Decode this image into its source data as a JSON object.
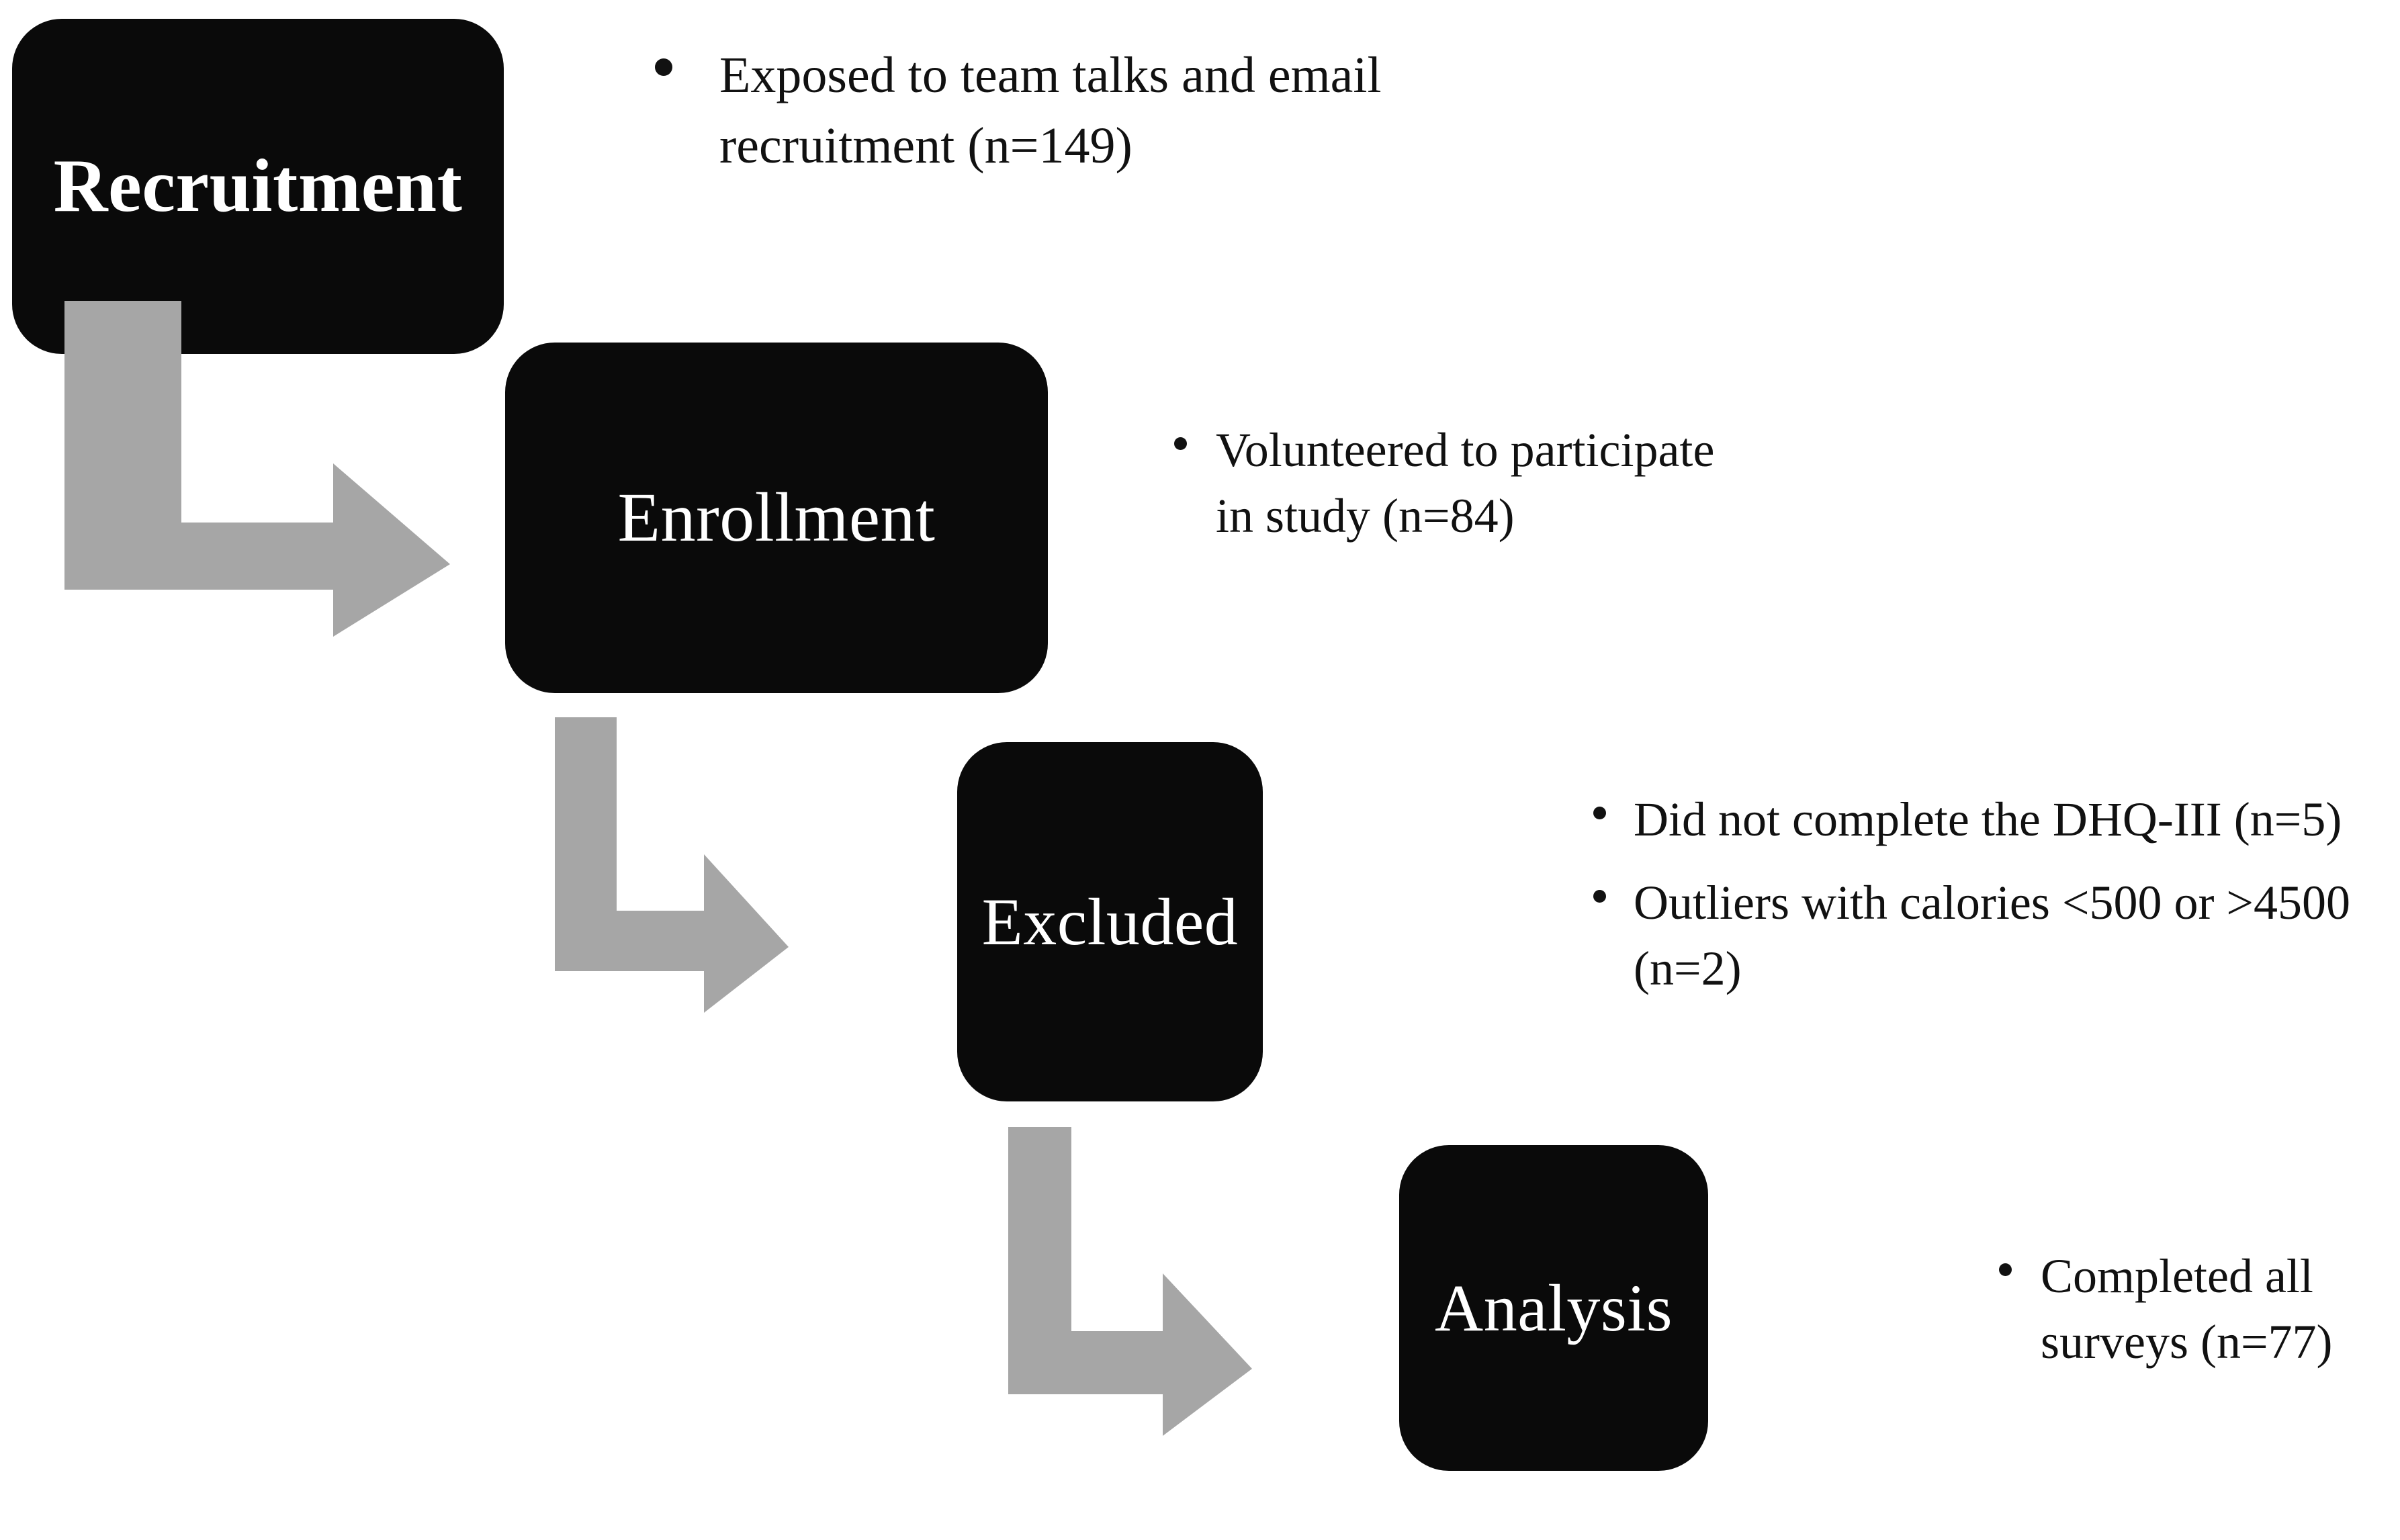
{
  "diagram": {
    "type": "participant-flow-chart",
    "colors": {
      "box_fill": "#0a0a0a",
      "box_label": "#ffffff",
      "arrow_fill": "#a6a6a6",
      "note_text": "#111111",
      "background": "#ffffff"
    },
    "stages": [
      {
        "id": "recruitment",
        "label": "Recruitment",
        "notes": [
          {
            "text": "Exposed to team talks and email recruitment (n=149)",
            "count": 149
          }
        ]
      },
      {
        "id": "enrollment",
        "label": "Enrollment",
        "notes": [
          {
            "text": "Volunteered to participate in study (n=84)",
            "count": 84
          }
        ]
      },
      {
        "id": "excluded",
        "label": "Excluded",
        "notes": [
          {
            "text": "Did not complete the DHQ-III (n=5)",
            "count": 5
          },
          {
            "text": "Outliers with calories <500 or >4500 (n=2)",
            "count": 2
          }
        ]
      },
      {
        "id": "analysis",
        "label": "Analysis",
        "notes": [
          {
            "text": "Completed all surveys (n=77)",
            "count": 77
          }
        ]
      }
    ],
    "connectors": [
      {
        "id": "recruitment-to-enrollment",
        "from": "recruitment",
        "to": "enrollment",
        "shape": "elbow-down-right-arrow"
      },
      {
        "id": "enrollment-to-excluded",
        "from": "enrollment",
        "to": "excluded",
        "shape": "elbow-down-right-arrow"
      },
      {
        "id": "excluded-to-analysis",
        "from": "excluded",
        "to": "analysis",
        "shape": "elbow-down-right-arrow"
      }
    ]
  }
}
